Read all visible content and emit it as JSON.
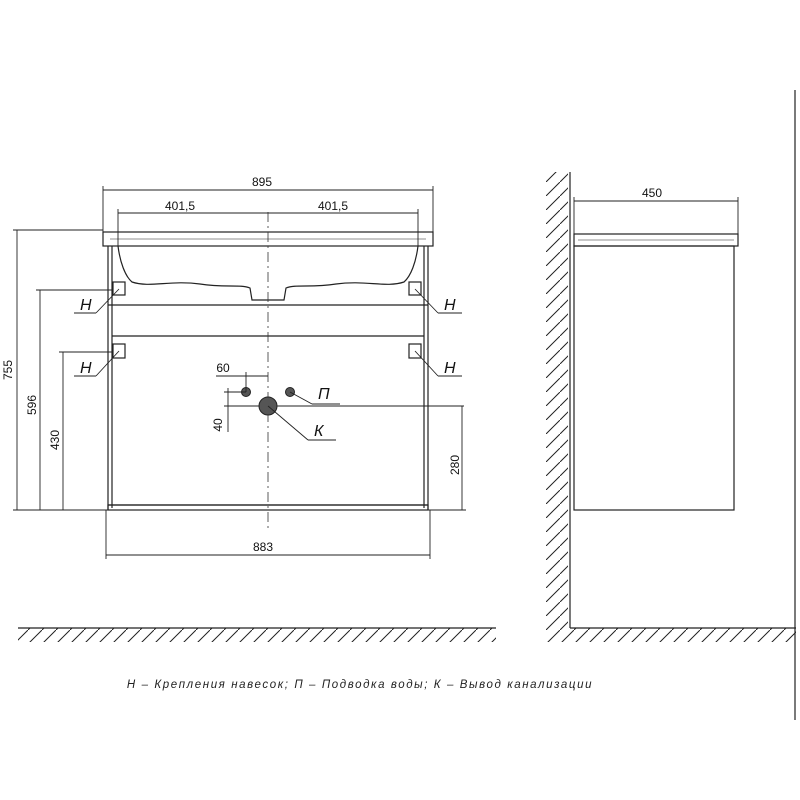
{
  "dimensions": {
    "total_width": "895",
    "half_left": "401,5",
    "half_right": "401,5",
    "total_height": "755",
    "height_upper_mounts": "596",
    "height_lower_mounts": "430",
    "drain_height": "280",
    "body_width": "883",
    "depth": "450",
    "offset_horizontal": "60",
    "offset_vertical": "40"
  },
  "markers": {
    "mount": "Н",
    "water": "П",
    "drain": "К"
  },
  "legend": "Н – Крепления навесок; П – Подводка воды; К – Вывод канализации"
}
